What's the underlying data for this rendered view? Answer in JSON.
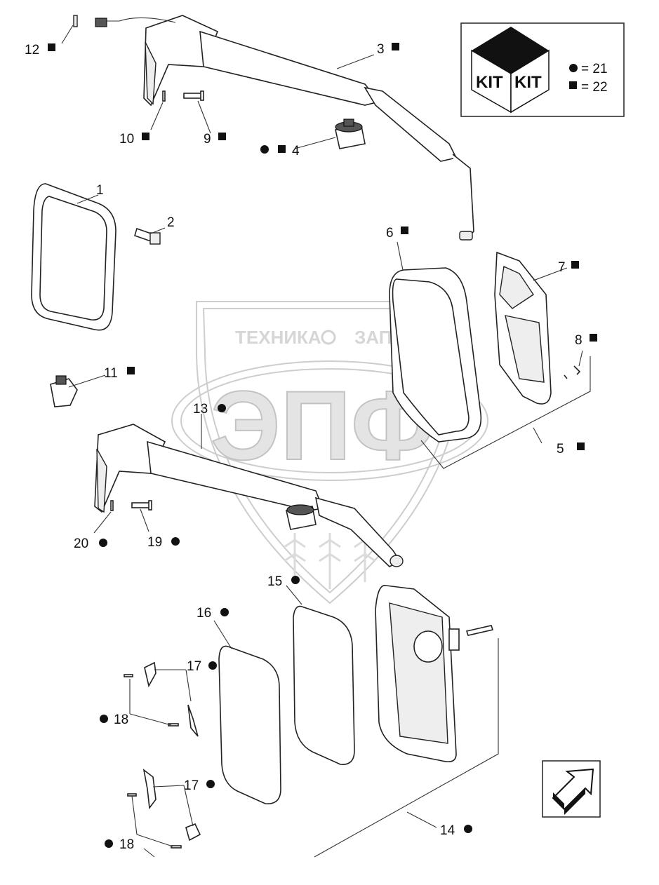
{
  "watermark": {
    "top_text_left": "ТЕХНИКА",
    "top_text_right": "ЗАПЧАСТИ",
    "big_letters": "ЭПФ"
  },
  "kit_box": {
    "kit_label_1": "KIT",
    "kit_label_2": "KIT",
    "legend_circle": "= 21",
    "legend_square": "= 22"
  },
  "callouts": [
    {
      "id": "c1",
      "number": "1",
      "marks": []
    },
    {
      "id": "c2",
      "number": "2",
      "marks": []
    },
    {
      "id": "c3",
      "number": "3",
      "marks": [
        "square"
      ]
    },
    {
      "id": "c4",
      "number": "4",
      "marks": [
        "circle",
        "square"
      ]
    },
    {
      "id": "c5",
      "number": "5",
      "marks": [
        "square"
      ]
    },
    {
      "id": "c6",
      "number": "6",
      "marks": [
        "square"
      ]
    },
    {
      "id": "c7",
      "number": "7",
      "marks": [
        "square"
      ]
    },
    {
      "id": "c8",
      "number": "8",
      "marks": [
        "square"
      ]
    },
    {
      "id": "c9",
      "number": "9",
      "marks": [
        "square"
      ]
    },
    {
      "id": "c10",
      "number": "10",
      "marks": [
        "square"
      ]
    },
    {
      "id": "c11",
      "number": "11",
      "marks": [
        "square"
      ]
    },
    {
      "id": "c12",
      "number": "12",
      "marks": [
        "square"
      ]
    },
    {
      "id": "c13",
      "number": "13",
      "marks": [
        "circle"
      ]
    },
    {
      "id": "c14",
      "number": "14",
      "marks": [
        "circle"
      ]
    },
    {
      "id": "c15",
      "number": "15",
      "marks": [
        "circle"
      ]
    },
    {
      "id": "c16",
      "number": "16",
      "marks": [
        "circle"
      ]
    },
    {
      "id": "c17a",
      "number": "17",
      "marks": [
        "circle"
      ]
    },
    {
      "id": "c17b",
      "number": "17",
      "marks": [
        "circle"
      ]
    },
    {
      "id": "c18a",
      "number": "18",
      "marks": [
        "circle"
      ]
    },
    {
      "id": "c18b",
      "number": "18",
      "marks": [
        "circle"
      ]
    },
    {
      "id": "c19",
      "number": "19",
      "marks": [
        "circle"
      ]
    },
    {
      "id": "c20",
      "number": "20",
      "marks": [
        "circle"
      ]
    }
  ]
}
